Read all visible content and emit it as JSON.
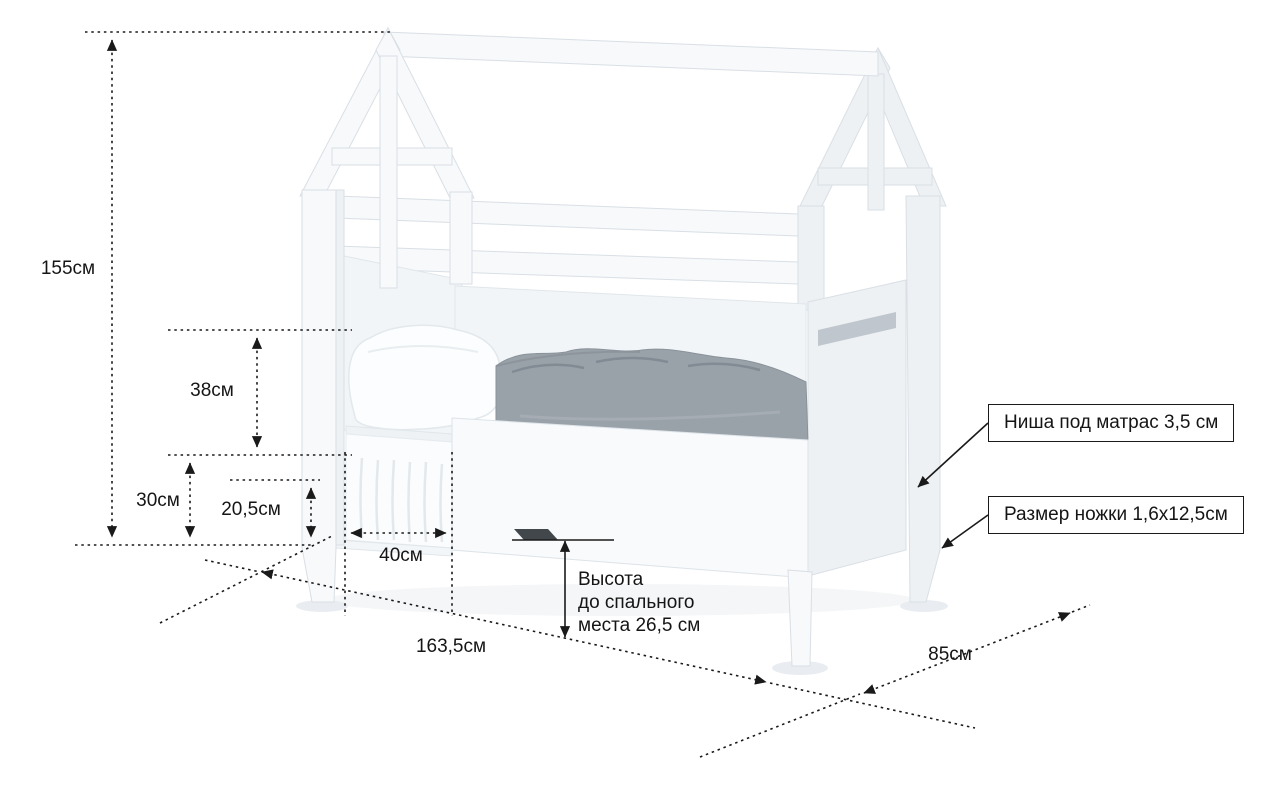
{
  "labels": {
    "height_total": "155см",
    "rail_height": "38см",
    "base_height": "30см",
    "clearance": "20,5см",
    "opening_width": "40см",
    "length": "163,5см",
    "depth": "85см",
    "sleep_height_line1": "Высота",
    "sleep_height_line2": "до спального",
    "sleep_height_line3": "места 26,5 см",
    "callout_niche": "Ниша под матрас 3,5 см",
    "callout_leg": "Размер ножки 1,6х12,5см"
  },
  "colors": {
    "dimension_lines": "#1a1a1a",
    "furniture_fill": "#f7f9fb",
    "blanket": "#99a1a9",
    "background": "#ffffff"
  }
}
